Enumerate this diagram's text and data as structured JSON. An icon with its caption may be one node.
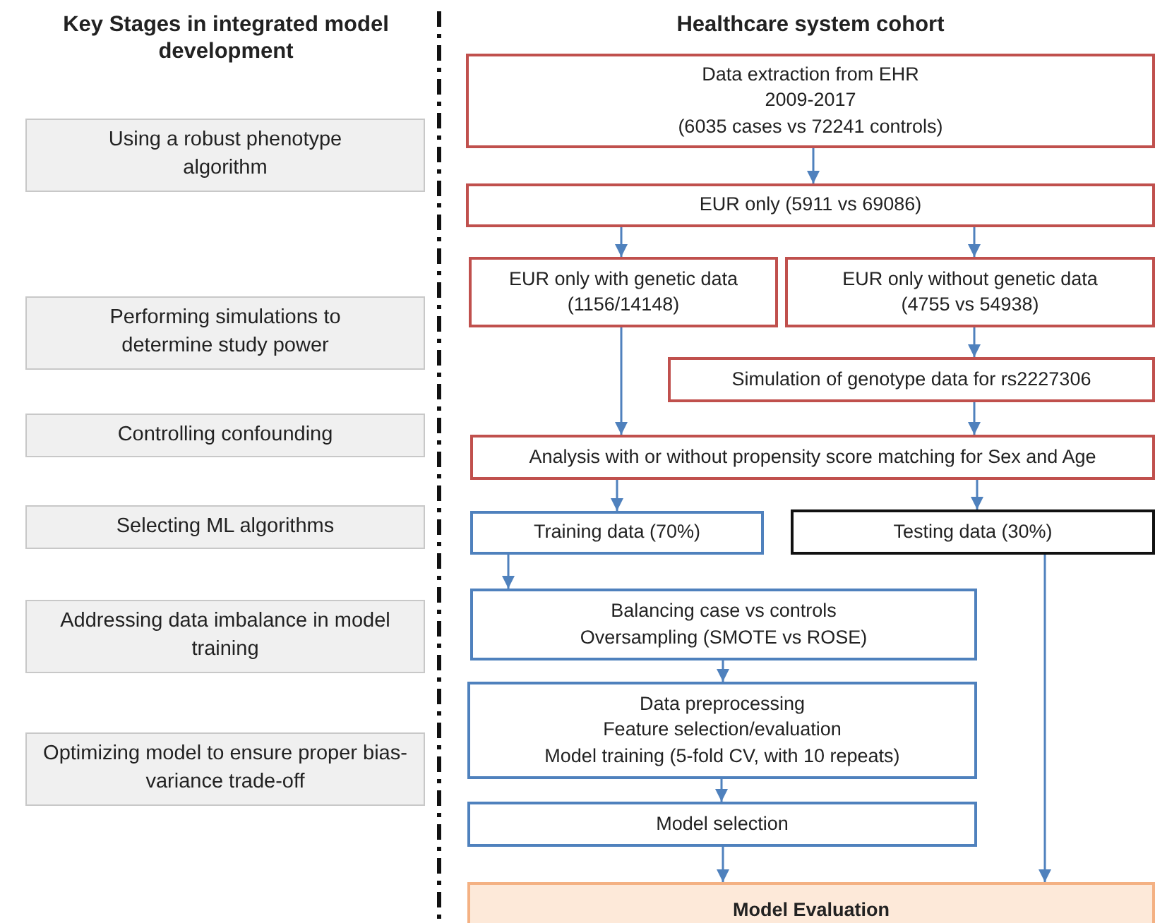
{
  "diagram": {
    "nodes": [
      {
        "text": [
          "Using a robust phenotype algorithm"
        ]
      },
      {
        "text": [
          "Performing simulations to determine study power"
        ]
      },
      {
        "text": [
          "Controlling confounding"
        ]
      },
      {
        "text": [
          "Selecting ML algorithms"
        ]
      },
      {
        "text": [
          "Addressing data imbalance in model training"
        ]
      },
      {
        "text": [
          "Optimizing model to ensure proper bias-variance trade-off"
        ]
      },
      {
        "text": [
          "Data extraction from EHR",
          "2009-2017",
          "(6035 cases vs 72241 controls)"
        ]
      },
      {
        "text": [
          "EUR only (5911 vs 69086)"
        ]
      },
      {
        "text": [
          "EUR only with genetic data",
          "(1156/14148)"
        ]
      },
      {
        "text": [
          "EUR only without genetic data",
          "(4755 vs 54938)"
        ]
      },
      {
        "text": [
          "Simulation of genotype data for rs2227306"
        ]
      },
      {
        "text": [
          "Analysis with or without propensity score matching for Sex and Age"
        ]
      },
      {
        "text": [
          "Training data (70%)"
        ]
      },
      {
        "text": [
          "Testing data (30%)"
        ]
      },
      {
        "text": [
          "Balancing case vs controls",
          "Oversampling (SMOTE vs ROSE)"
        ]
      },
      {
        "text": [
          "Data preprocessing",
          "Feature selection/evaluation",
          "Model training (5-fold CV, with 10 repeats)"
        ]
      },
      {
        "text": [
          "Model selection"
        ]
      },
      {
        "text": [
          "Model Evaluation"
        ]
      }
    ],
    "edges": [
      {
        "from": 6,
        "to": 7,
        "arrow": "to"
      },
      {
        "from": 7,
        "to": 8,
        "arrow": "to"
      },
      {
        "from": 7,
        "to": 9,
        "arrow": "to"
      },
      {
        "from": 8,
        "to": 11,
        "arrow": "to"
      },
      {
        "from": 9,
        "to": 10,
        "arrow": "to"
      },
      {
        "from": 10,
        "to": 11,
        "arrow": "to"
      },
      {
        "from": 11,
        "to": 12,
        "arrow": "to"
      },
      {
        "from": 11,
        "to": 13,
        "arrow": "to"
      },
      {
        "from": 12,
        "to": 14,
        "arrow": "to"
      },
      {
        "from": 13,
        "to": 17,
        "arrow": "to"
      },
      {
        "from": 14,
        "to": 15,
        "arrow": "to"
      },
      {
        "from": 15,
        "to": 16,
        "arrow": "to"
      },
      {
        "from": 16,
        "to": 17,
        "arrow": "to"
      }
    ],
    "labels": [
      "Key Stages in integrated model development",
      "Healthcare system cohort"
    ]
  }
}
